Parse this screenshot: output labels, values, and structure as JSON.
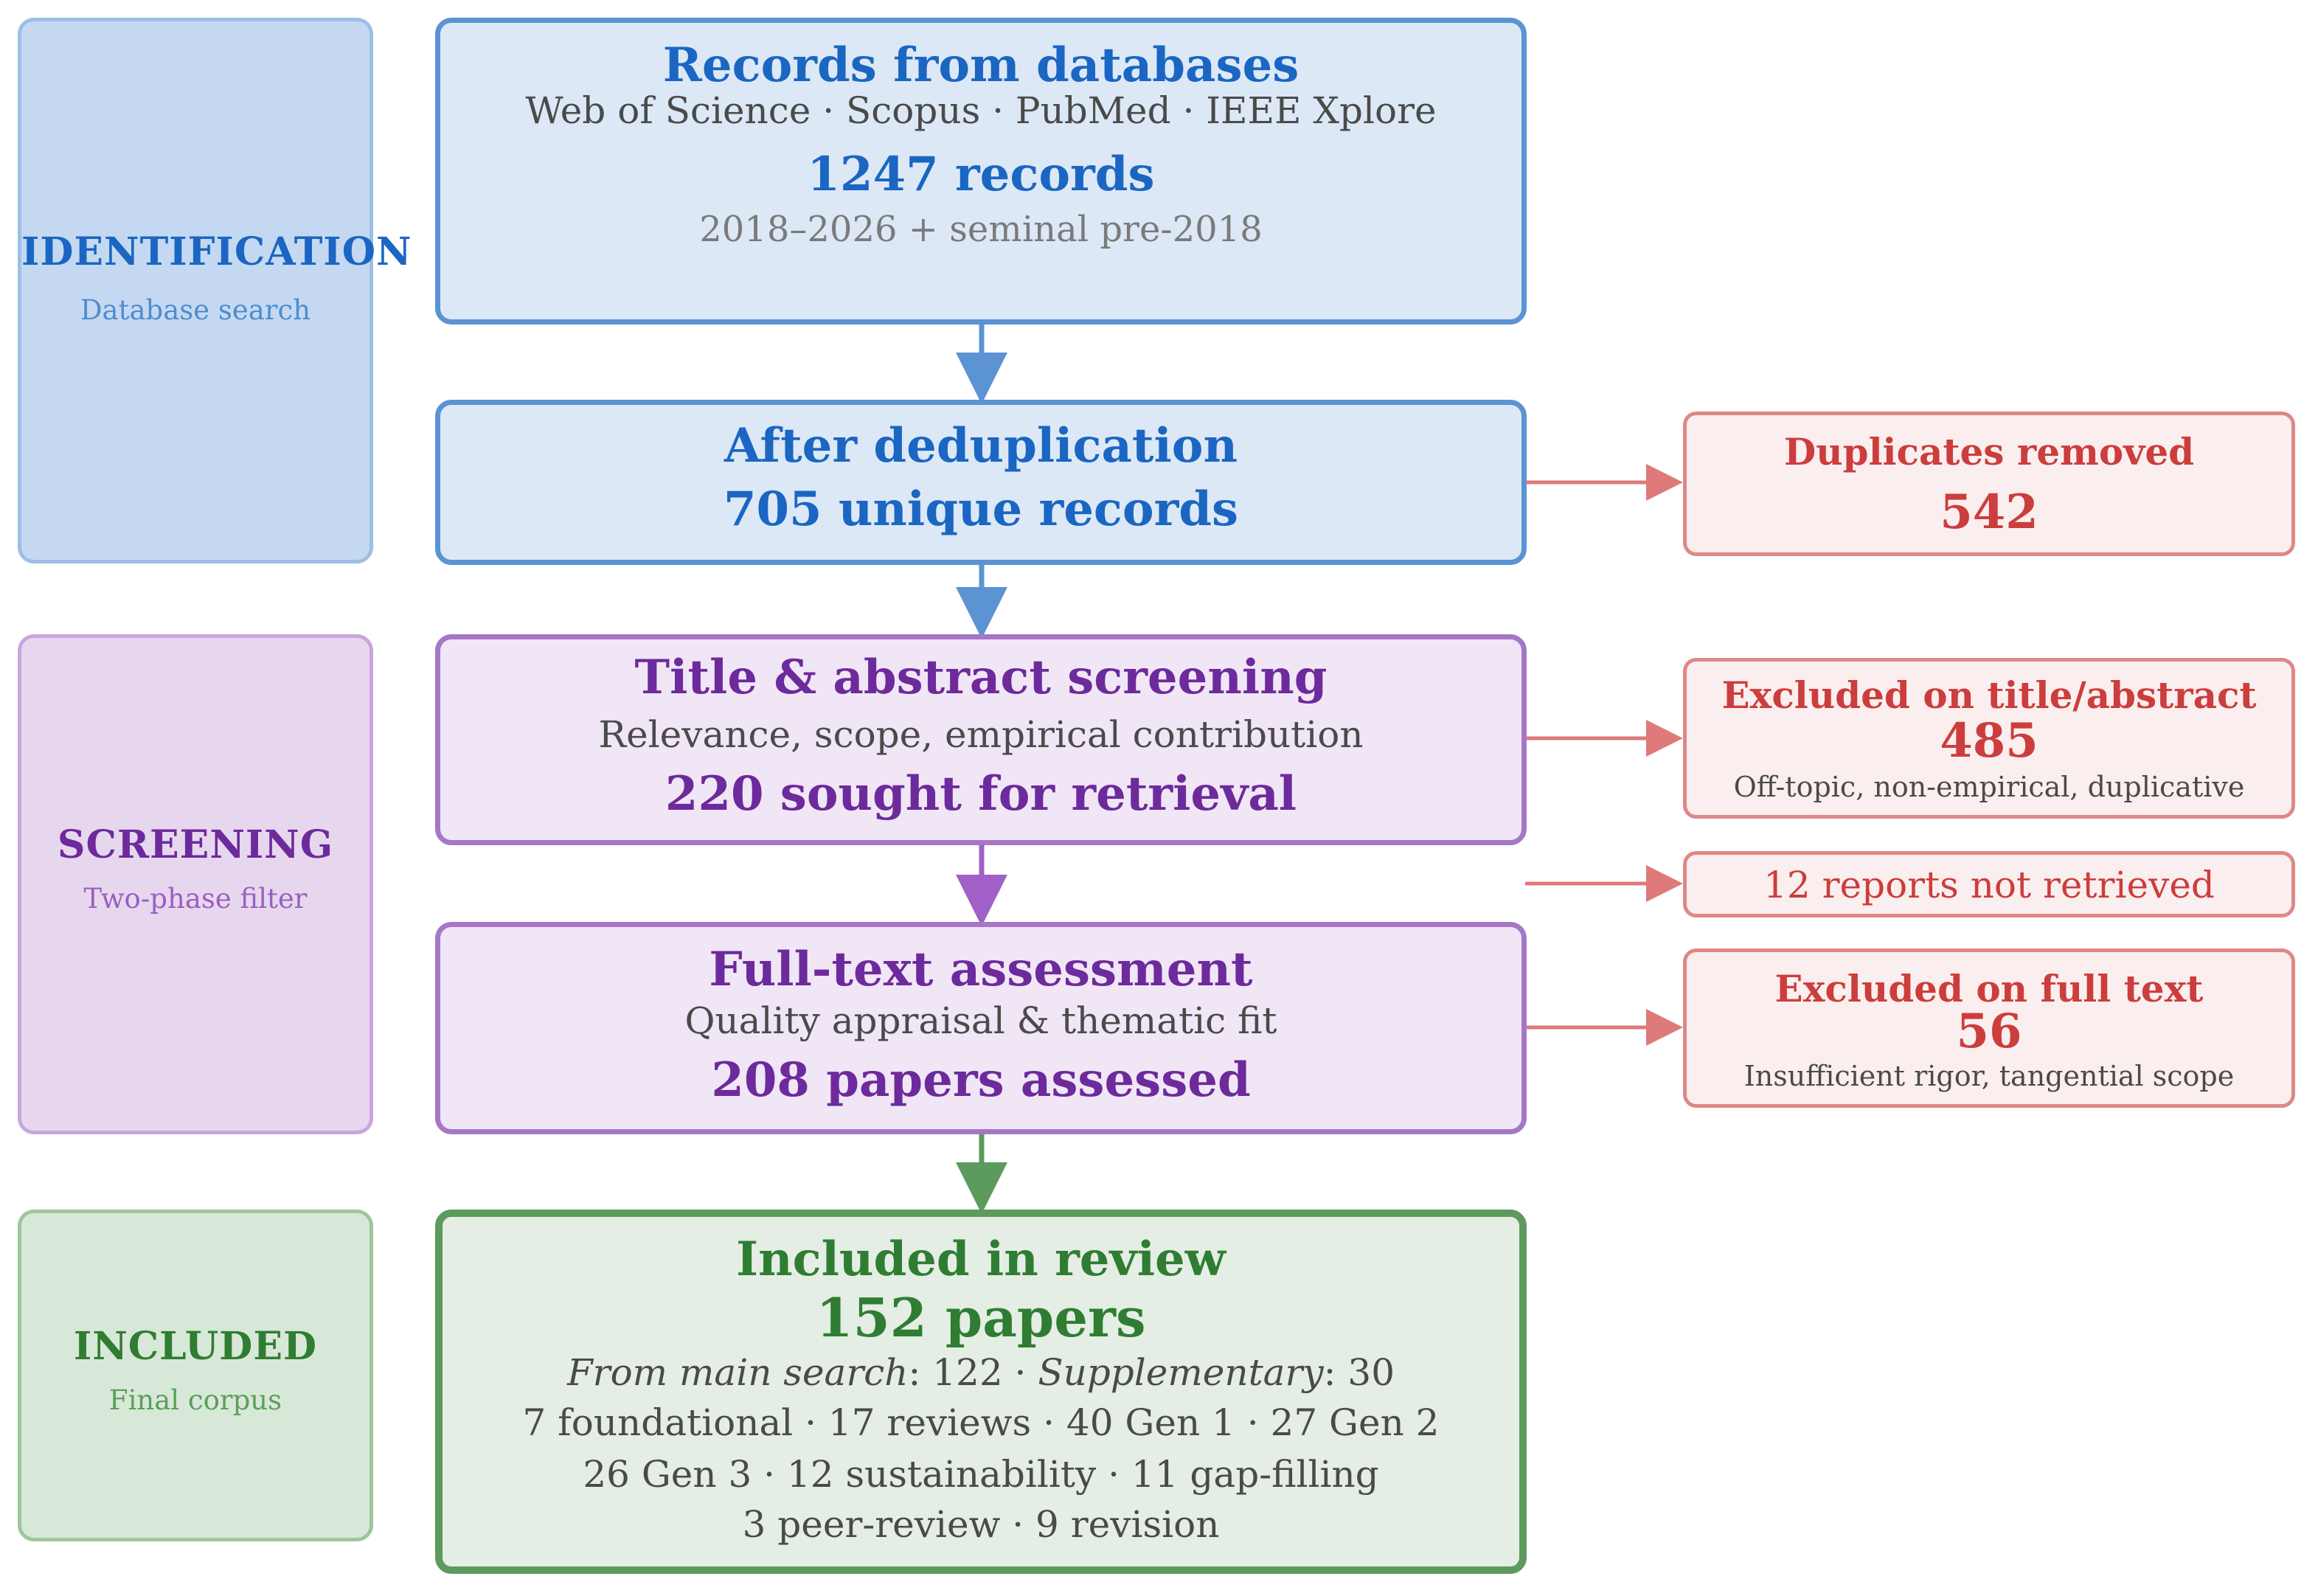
{
  "stages": {
    "identification": {
      "title": "IDENTIFICATION",
      "subtitle": "Database search"
    },
    "screening": {
      "title": "SCREENING",
      "subtitle": "Two-phase filter"
    },
    "included": {
      "title": "INCLUDED",
      "subtitle": "Final corpus"
    }
  },
  "boxes": {
    "records": {
      "title": "Records from databases",
      "sources": "Web of Science · Scopus · PubMed · IEEE Xplore",
      "count": "1247 records",
      "range": "2018–2026 + seminal pre-2018"
    },
    "dedup": {
      "title": "After deduplication",
      "count": "705 unique records"
    },
    "screening": {
      "title": "Title & abstract screening",
      "criteria": "Relevance, scope, empirical contribution",
      "count": "220 sought for retrieval"
    },
    "fulltext": {
      "title": "Full-text assessment",
      "criteria": "Quality appraisal & thematic fit",
      "count": "208 papers assessed"
    },
    "included": {
      "title": "Included in review",
      "count": "152 papers",
      "main_label": "From main search",
      "main_value": ": 122 · ",
      "supp_label": "Supplementary",
      "supp_value": ": 30",
      "line2": "7 foundational · 17 reviews · 40 Gen 1 · 27 Gen 2",
      "line3": "26 Gen 3 · 12 sustainability · 11 gap-filling",
      "line4": "3 peer-review · 9 revision"
    }
  },
  "exclusions": {
    "duplicates": {
      "title": "Duplicates removed",
      "count": "542"
    },
    "title_abstract": {
      "title": "Excluded on title/abstract",
      "count": "485",
      "reason": "Off-topic, non-empirical, duplicative"
    },
    "not_retrieved": {
      "text": "12 reports not retrieved"
    },
    "full_text": {
      "title": "Excluded on full text",
      "count": "56",
      "reason": "Insufficient rigor, tangential scope"
    }
  },
  "colors": {
    "blue": "#5b93d3",
    "purple": "#a577c6",
    "green": "#5d9a5d",
    "red": "#df8787"
  }
}
